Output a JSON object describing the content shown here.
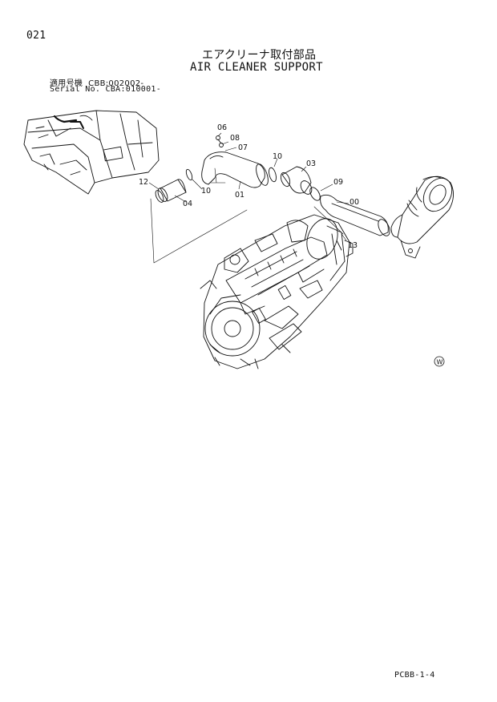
{
  "page": {
    "number": "021",
    "title_jp": "エアクリーナ取付部品",
    "title_en": "AIR CLEANER SUPPORT",
    "serial_jp": "適用号機  CBB:002002-",
    "serial_en": "Serial No. CBA:010001-",
    "footer_code": "PCBB-1-4"
  },
  "diagram": {
    "callouts": [
      "06",
      "08",
      "07",
      "10",
      "03",
      "09",
      "00",
      "13",
      "12",
      "10",
      "04",
      "01"
    ],
    "symbol": "W"
  }
}
